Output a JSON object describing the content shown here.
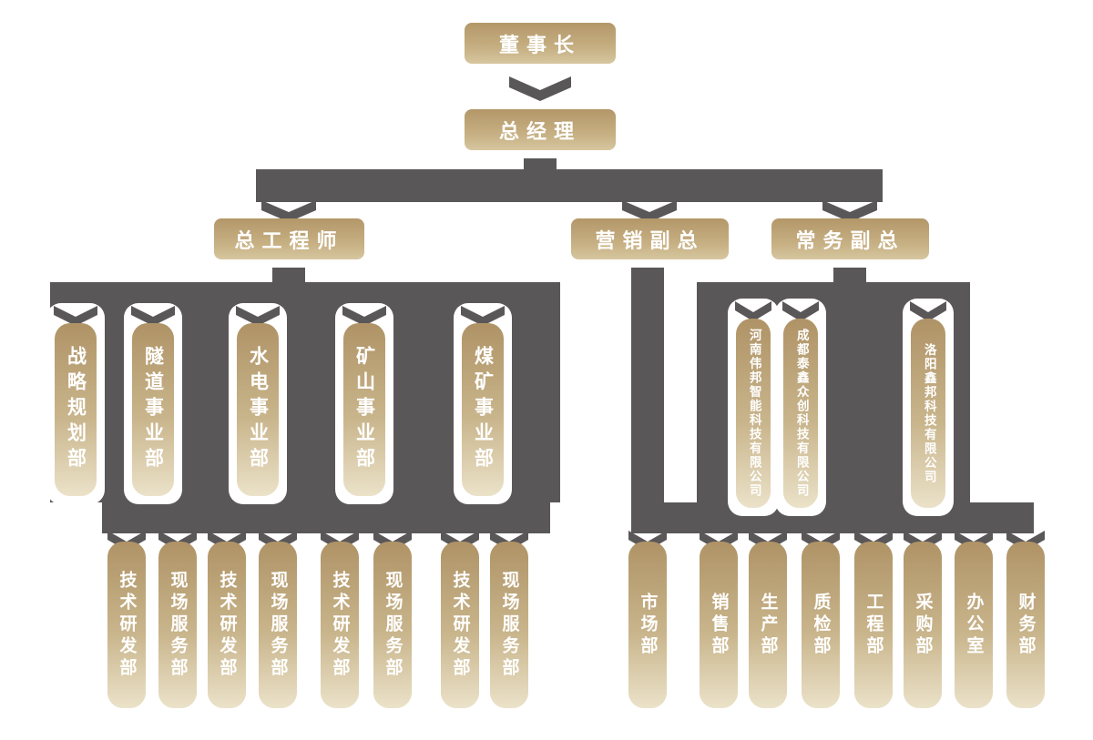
{
  "org_chart": {
    "chairman": "董事长",
    "general_manager": "总经理",
    "executives": [
      "总工程师",
      "营销副总",
      "常务副总"
    ],
    "divisions": [
      "战略规划部",
      "隧道事业部",
      "水电事业部",
      "矿山事业部",
      "煤矿事业部"
    ],
    "subsidiaries": [
      "河南伟邦智能科技有限公司",
      "成都泰鑫众创科技有限公司",
      "洛阳鑫邦科技有限公司"
    ],
    "division_departments": [
      "技术研发部",
      "现场服务部",
      "技术研发部",
      "现场服务部",
      "技术研发部",
      "现场服务部",
      "技术研发部",
      "现场服务部"
    ],
    "functional_departments": [
      "市场部",
      "销售部",
      "生产部",
      "质检部",
      "工程部",
      "采购部",
      "办公室",
      "财务部"
    ]
  },
  "colors": {
    "connector_gray": "#5a5759",
    "box_gradient_top": "#af9366",
    "box_gradient_bottom": "#ebe2c9",
    "box_text": "#ffffff",
    "background": "#ffffff"
  }
}
